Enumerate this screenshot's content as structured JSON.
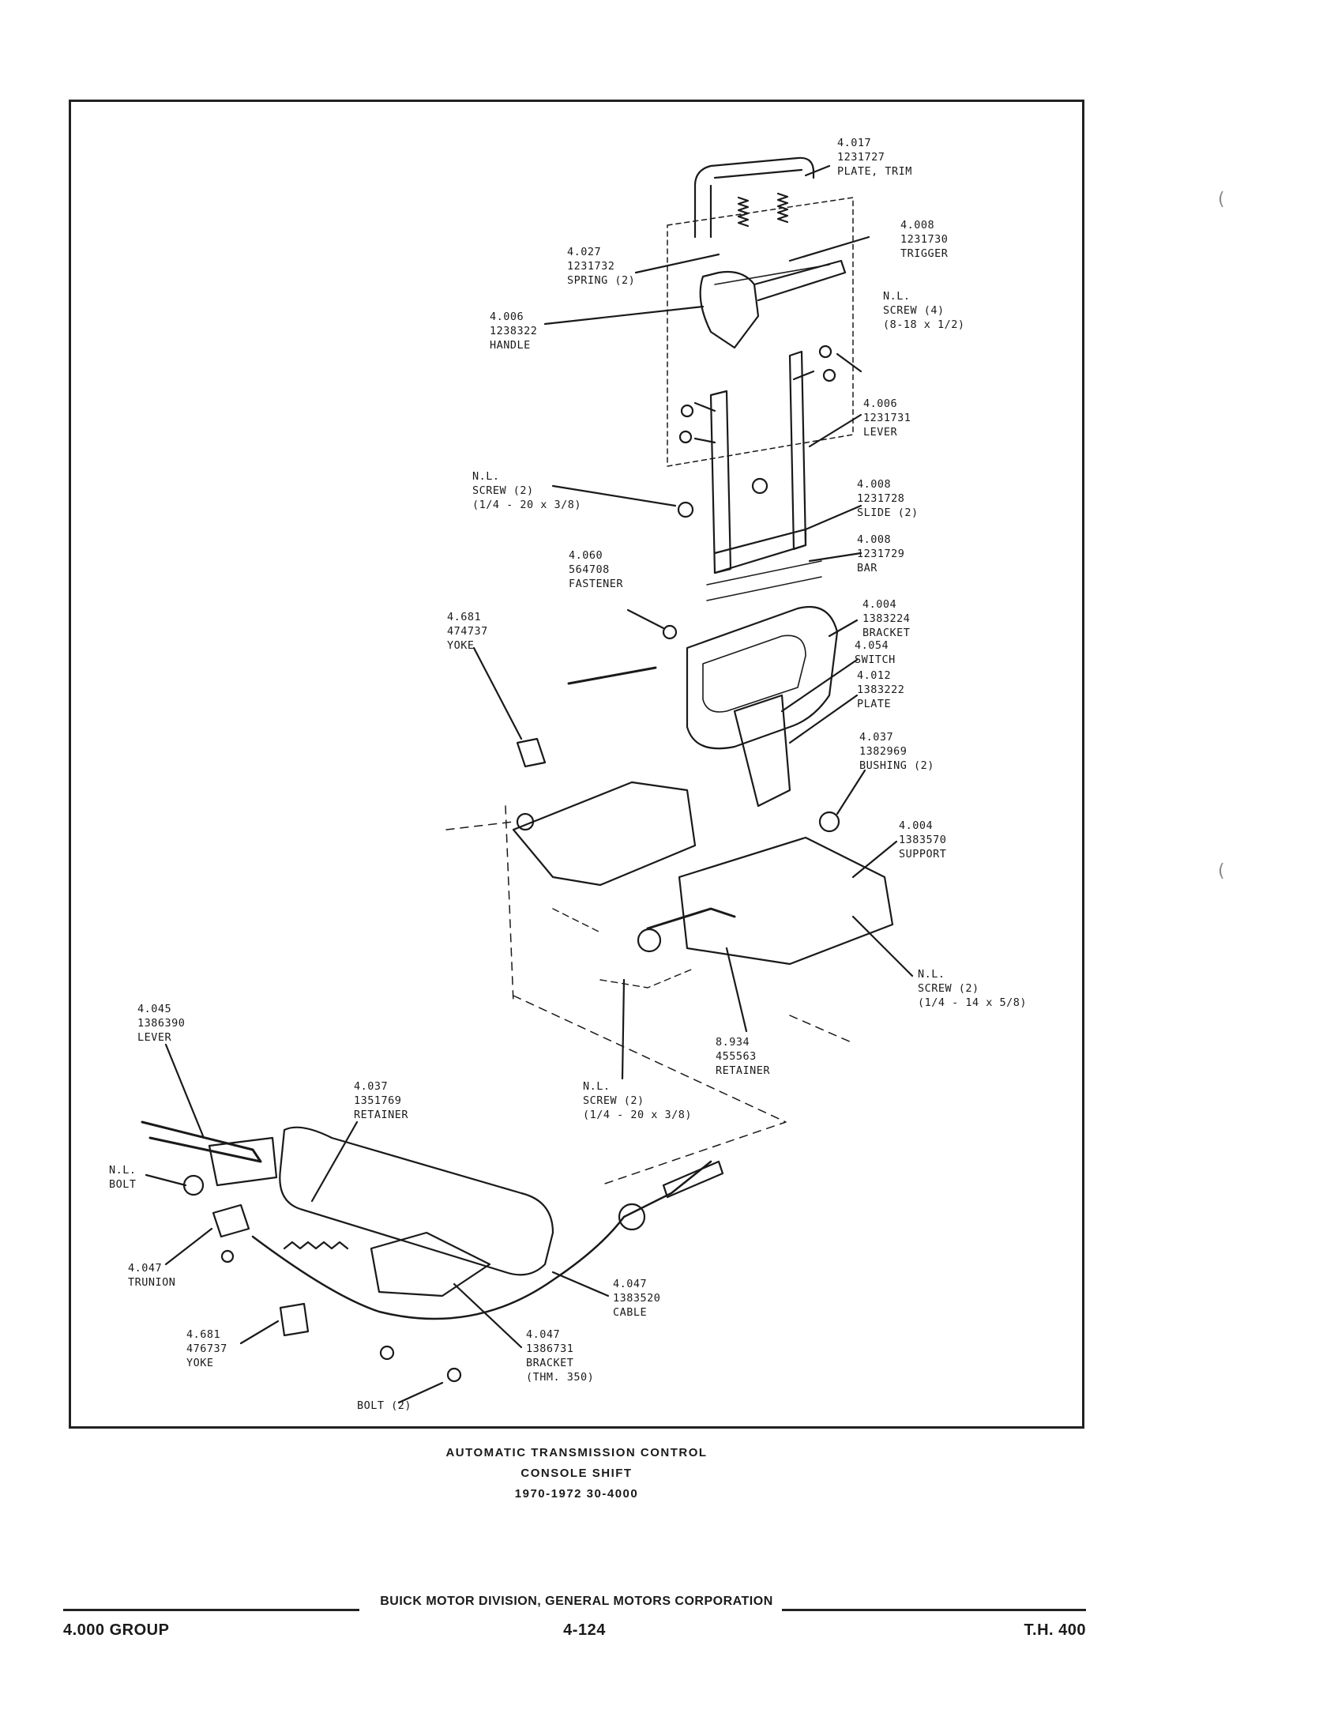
{
  "figure": {
    "title_lines": [
      "AUTOMATIC TRANSMISSION CONTROL",
      "CONSOLE SHIFT",
      "1970-1972 30-4000"
    ],
    "callouts": [
      {
        "id": "plate-trim",
        "lines": [
          "4.017",
          "1231727",
          "PLATE, TRIM"
        ]
      },
      {
        "id": "trigger",
        "lines": [
          "4.008",
          "1231730",
          "TRIGGER"
        ]
      },
      {
        "id": "spring",
        "lines": [
          "4.027",
          "1231732",
          "SPRING (2)"
        ]
      },
      {
        "id": "handle",
        "lines": [
          "4.006",
          "1238322",
          "HANDLE"
        ]
      },
      {
        "id": "screw-4",
        "lines": [
          "N.L.",
          "SCREW (4)",
          "(8-18 x 1/2)"
        ]
      },
      {
        "id": "lever-upper",
        "lines": [
          "4.006",
          "1231731",
          "LEVER"
        ]
      },
      {
        "id": "screw-2-upper",
        "lines": [
          "N.L.",
          "SCREW (2)",
          "(1/4 - 20 x 3/8)"
        ]
      },
      {
        "id": "slide",
        "lines": [
          "4.008",
          "1231728",
          "SLIDE (2)"
        ]
      },
      {
        "id": "bar",
        "lines": [
          "4.008",
          "1231729",
          "BAR"
        ]
      },
      {
        "id": "fastener",
        "lines": [
          "4.060",
          "564708",
          "FASTENER"
        ]
      },
      {
        "id": "bracket-upper",
        "lines": [
          "4.004",
          "1383224",
          "BRACKET"
        ]
      },
      {
        "id": "switch",
        "lines": [
          "4.054",
          "SWITCH"
        ]
      },
      {
        "id": "yoke-upper",
        "lines": [
          "4.681",
          "474737",
          "YOKE"
        ]
      },
      {
        "id": "plate",
        "lines": [
          "4.012",
          "1383222",
          "PLATE"
        ]
      },
      {
        "id": "bushing",
        "lines": [
          "4.037",
          "1382969",
          "BUSHING (2)"
        ]
      },
      {
        "id": "support",
        "lines": [
          "4.004",
          "1383570",
          "SUPPORT"
        ]
      },
      {
        "id": "screw-2-right",
        "lines": [
          "N.L.",
          "SCREW (2)",
          "(1/4 - 14 x 5/8)"
        ]
      },
      {
        "id": "retainer-lower",
        "lines": [
          "8.934",
          "455563",
          "RETAINER"
        ]
      },
      {
        "id": "screw-2-lower",
        "lines": [
          "N.L.",
          "SCREW (2)",
          "(1/4 - 20 x 3/8)"
        ]
      },
      {
        "id": "lever-lower",
        "lines": [
          "4.045",
          "1386390",
          "LEVER"
        ]
      },
      {
        "id": "retainer-upper",
        "lines": [
          "4.037",
          "1351769",
          "RETAINER"
        ]
      },
      {
        "id": "bolt",
        "lines": [
          "N.L.",
          "BOLT"
        ]
      },
      {
        "id": "trunion",
        "lines": [
          "4.047",
          "TRUNION"
        ]
      },
      {
        "id": "cable",
        "lines": [
          "4.047",
          "1383520",
          "CABLE"
        ]
      },
      {
        "id": "yoke-lower",
        "lines": [
          "4.681",
          "476737",
          "YOKE"
        ]
      },
      {
        "id": "bracket-lower",
        "lines": [
          "4.047",
          "1386731",
          "BRACKET",
          "(THM. 350)"
        ]
      },
      {
        "id": "bolt-2",
        "lines": [
          "BOLT (2)"
        ]
      }
    ]
  },
  "footer": {
    "publisher": "BUICK MOTOR DIVISION, GENERAL MOTORS CORPORATION",
    "group": "4.000 GROUP",
    "page": "4-124",
    "section": "T.H. 400"
  }
}
